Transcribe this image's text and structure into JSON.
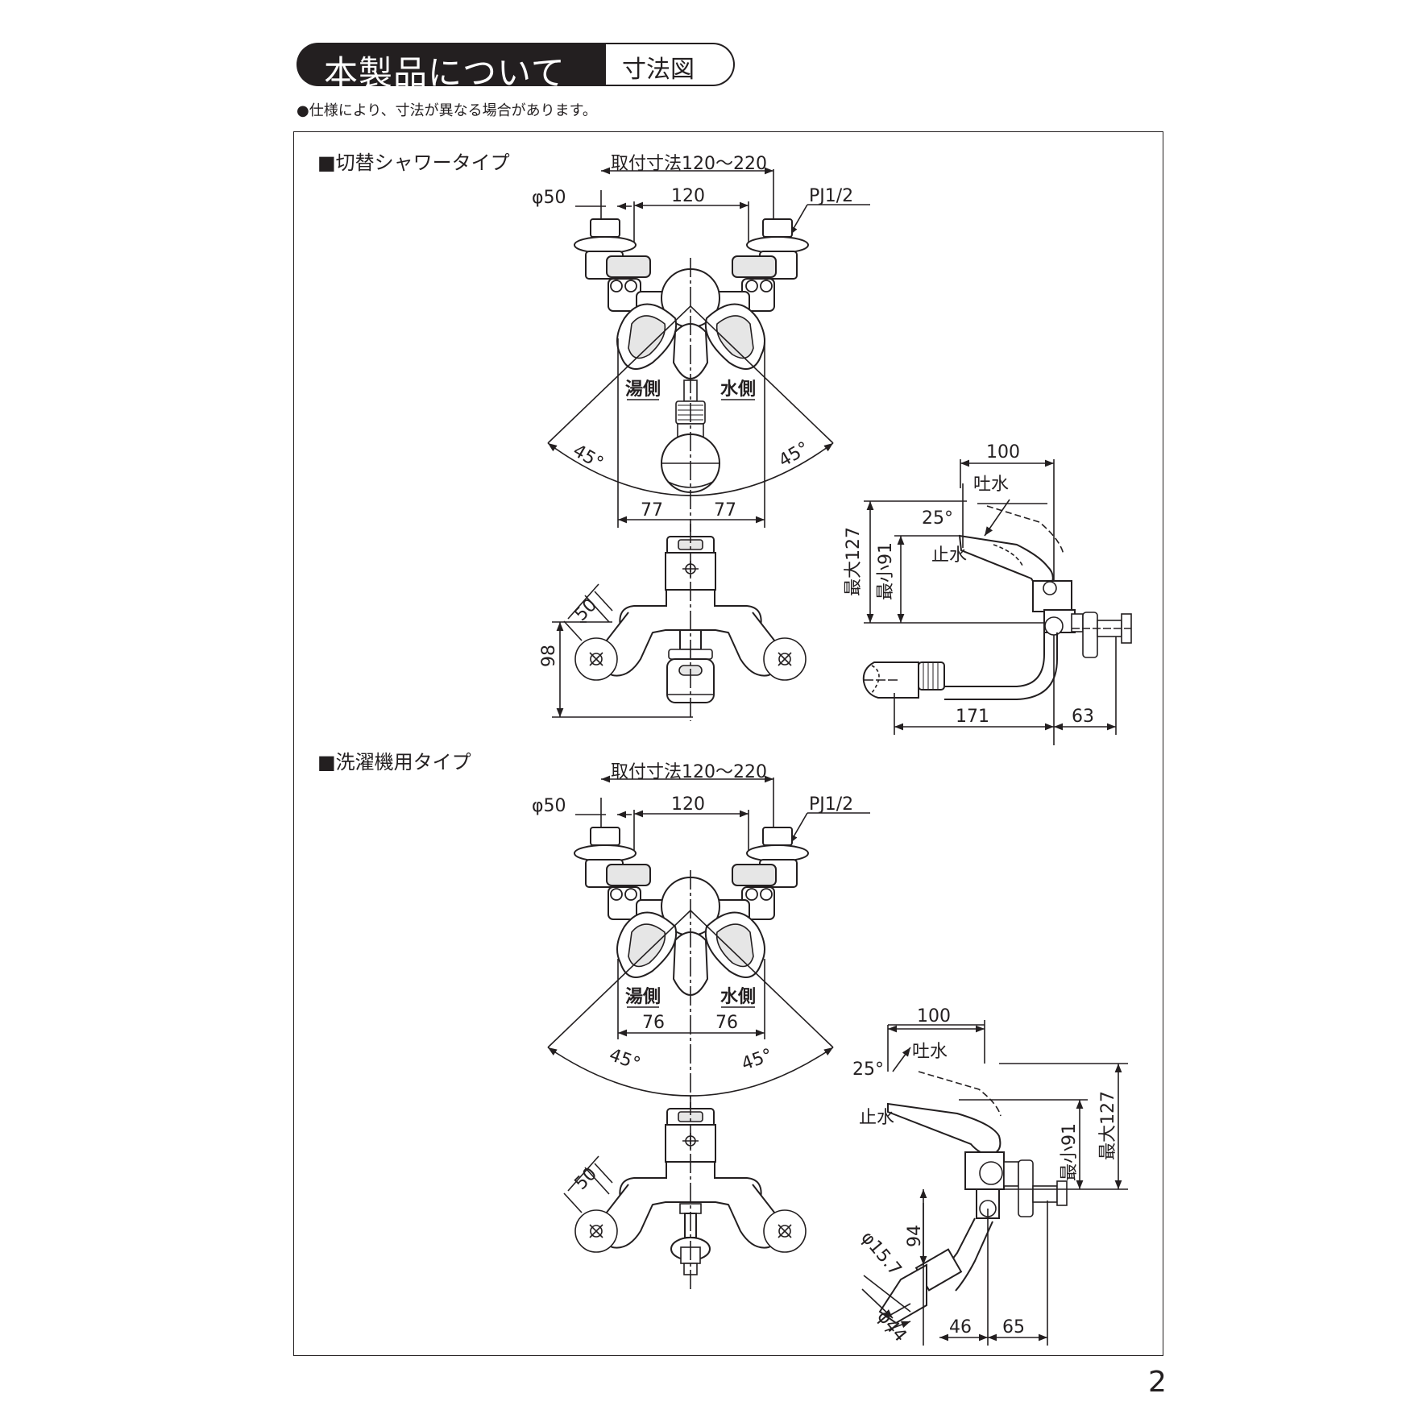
{
  "header": {
    "title": "本製品について",
    "subtitle": "寸法図"
  },
  "note": "●仕様により、寸法が異なる場合があります。",
  "page_number": "2",
  "sections": [
    {
      "title": "■切替シャワータイプ",
      "labels": {
        "mount_range": "取付寸法120～220",
        "pitch": "120",
        "dia": "φ50",
        "thread": "PJ1/2",
        "hot": "湯側",
        "cold": "水側",
        "angle_l": "45°",
        "angle_r": "45°",
        "half_l": "77",
        "half_r": "77",
        "d50": "50",
        "d98": "98",
        "d100": "100",
        "spout": "吐水",
        "d25": "25°",
        "stop": "止水",
        "max": "最大127",
        "min": "最小91",
        "d171": "171",
        "d63": "63"
      }
    },
    {
      "title": "■洗濯機用タイプ",
      "labels": {
        "mount_range": "取付寸法120～220",
        "pitch": "120",
        "dia": "φ50",
        "thread": "PJ1/2",
        "hot": "湯側",
        "cold": "水側",
        "half_l": "76",
        "half_r": "76",
        "angle_l": "45°",
        "angle_r": "45°",
        "d50": "50",
        "d100": "100",
        "spout": "吐水",
        "d25": "25°",
        "stop": "止水",
        "min": "最小91",
        "max": "最大127",
        "d94": "94",
        "d157": "φ15.7",
        "d44": "φ44",
        "d46": "46",
        "d65": "65"
      }
    }
  ]
}
